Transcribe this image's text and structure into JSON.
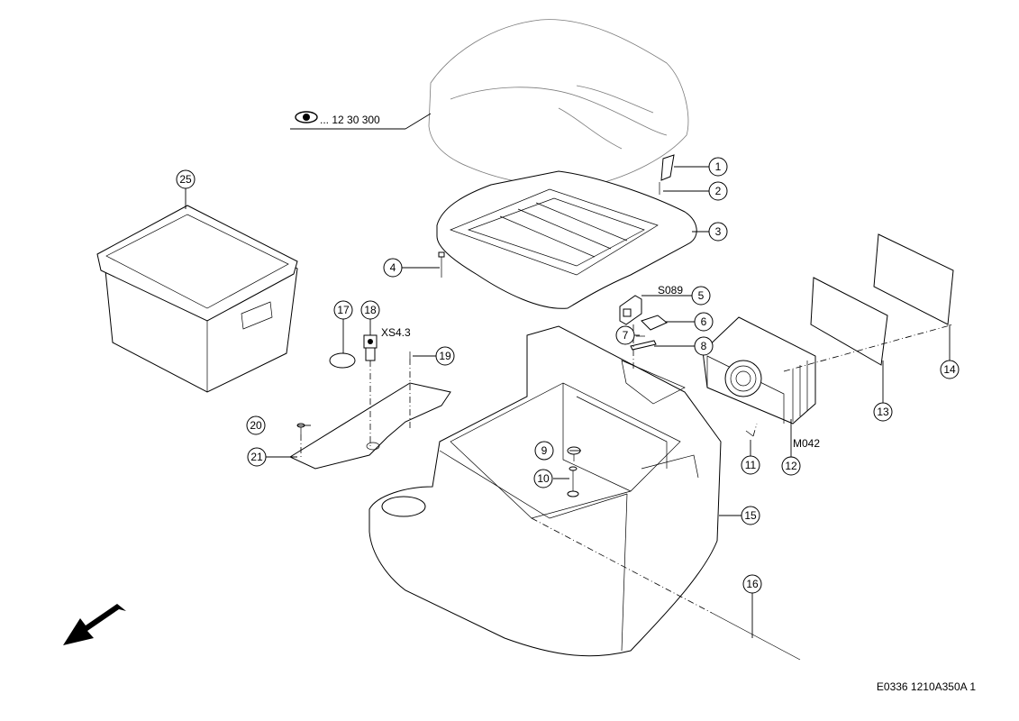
{
  "reference": {
    "text": "... 12 30 300",
    "icon": "eye-icon"
  },
  "callouts": [
    "1",
    "2",
    "3",
    "4",
    "5",
    "6",
    "7",
    "8",
    "9",
    "10",
    "11",
    "12",
    "13",
    "14",
    "15",
    "16",
    "17",
    "18",
    "19",
    "20",
    "21",
    "25"
  ],
  "tags": {
    "s089": "S089",
    "xs43": "XS4.3",
    "m042": "M042"
  },
  "drawing_number": "E0336 1210A350A 1",
  "direction_icon": "arrow-icon"
}
